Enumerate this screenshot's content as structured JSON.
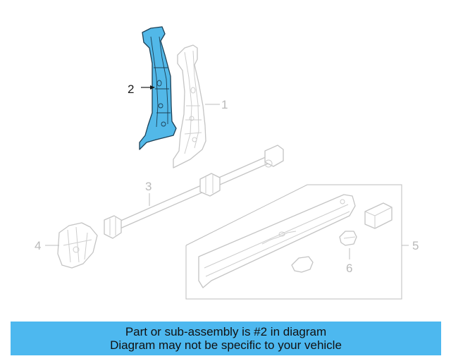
{
  "callouts": {
    "c1": "1",
    "c2": "2",
    "c3": "3",
    "c4": "4",
    "c5": "5",
    "c6": "6"
  },
  "highlighted_part": "2",
  "colors": {
    "highlight_fill": "#52b8e8",
    "banner_background": "#4db8ef",
    "unselected_parts": "#c4c4c4"
  },
  "banner": {
    "line1": "Part or sub-assembly is #2 in diagram",
    "line2": "Diagram may not be specific to your vehicle"
  }
}
